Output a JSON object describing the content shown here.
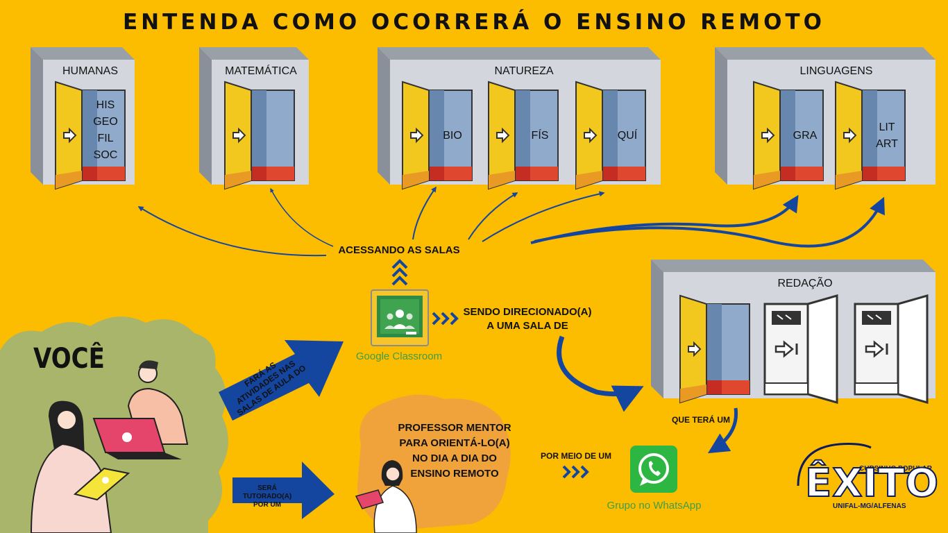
{
  "title": "ENTENDA COMO OCORRERÁ O ENSINO REMOTO",
  "rooms": [
    {
      "name": "HUMANAS",
      "doors": [
        [
          "HIS",
          "GEO",
          "FIL",
          "SOC"
        ]
      ]
    },
    {
      "name": "MATEMÁTICA",
      "doors": [
        []
      ]
    },
    {
      "name": "NATUREZA",
      "doors": [
        [
          "BIO"
        ],
        [
          "FÍS"
        ],
        [
          "QUÍ"
        ]
      ]
    },
    {
      "name": "LINGUAGENS",
      "doors": [
        [
          "GRA"
        ],
        [
          "LIT",
          "ART"
        ]
      ]
    },
    {
      "name": "REDAÇÃO",
      "doors": [
        []
      ]
    }
  ],
  "labels": {
    "accessing": "ACESSANDO AS SALAS",
    "directed": "SENDO DIRECIONADO(A)\nA UMA SALA DE",
    "that_has": "QUE TERÁ UM",
    "by_means": "POR MEIO DE UM",
    "mentor": "PROFESSOR MENTOR\nPARA ORIENTÁ-LO(A)\nNO DIA A DIA DO\nENSINO REMOTO",
    "activities": "FARÁ AS\nATIVIDADES NAS\nSALAS DE AULA DO",
    "tutored": "SERÁ TUTORADO(A)\nPOR UM",
    "you": "VOCÊ"
  },
  "apps": {
    "classroom": "Google Classroom",
    "whatsapp": "Grupo no WhatsApp"
  },
  "logo": {
    "top": "CURSINHO POPULAR",
    "main": "ÊXITO",
    "bottom": "UNIFAL-MG/ALFENAS"
  },
  "colors": {
    "background": "#FCBC00",
    "arrow_blue": "#1446A0",
    "wall": "#D3D7DD",
    "door_yellow": "#F3C81E",
    "door_blue": "#8FAACB",
    "door_red": "#E0472F",
    "green_blob": "#A8B56A",
    "orange_blob": "#F0A33A"
  }
}
